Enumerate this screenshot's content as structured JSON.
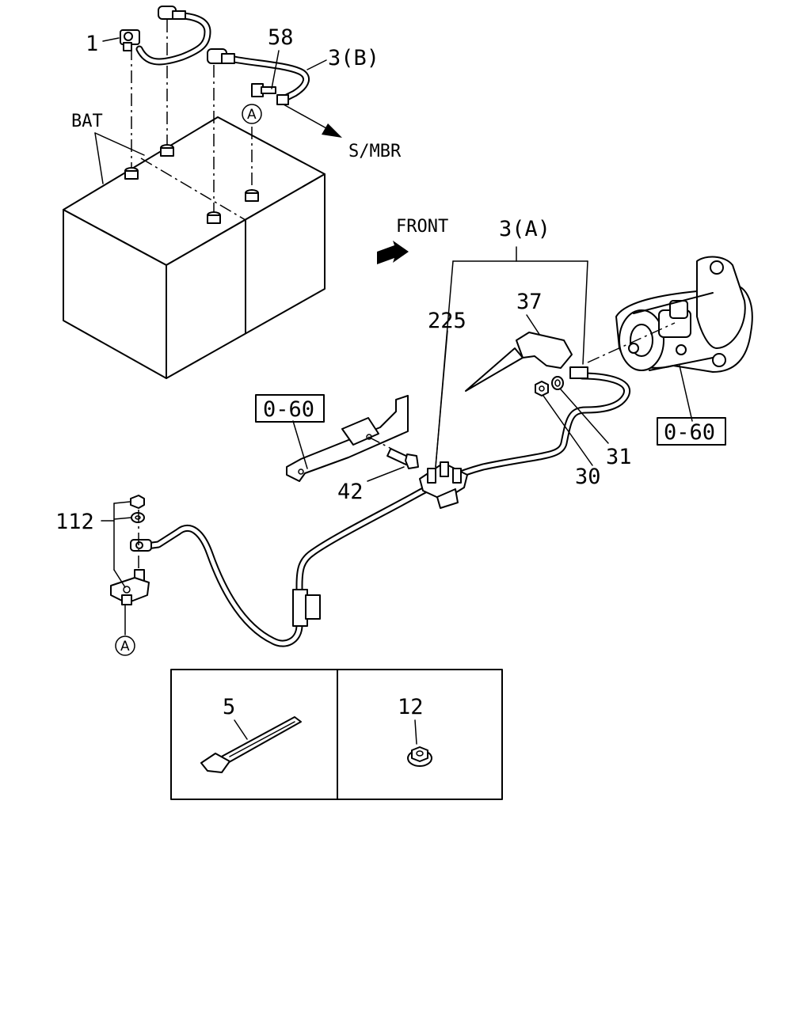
{
  "labels": {
    "p1": "1",
    "p58": "58",
    "p3b": "3(B)",
    "bat": "BAT",
    "smbr": "S/MBR",
    "front": "FRONT",
    "p3a": "3(A)",
    "p37": "37",
    "p225": "225",
    "ref_left": "0-60",
    "ref_right": "0-60",
    "p31": "31",
    "p30": "30",
    "p42": "42",
    "p112": "112",
    "circle_a_top": "A",
    "circle_a_bottom": "A",
    "p5": "5",
    "p12": "12"
  }
}
